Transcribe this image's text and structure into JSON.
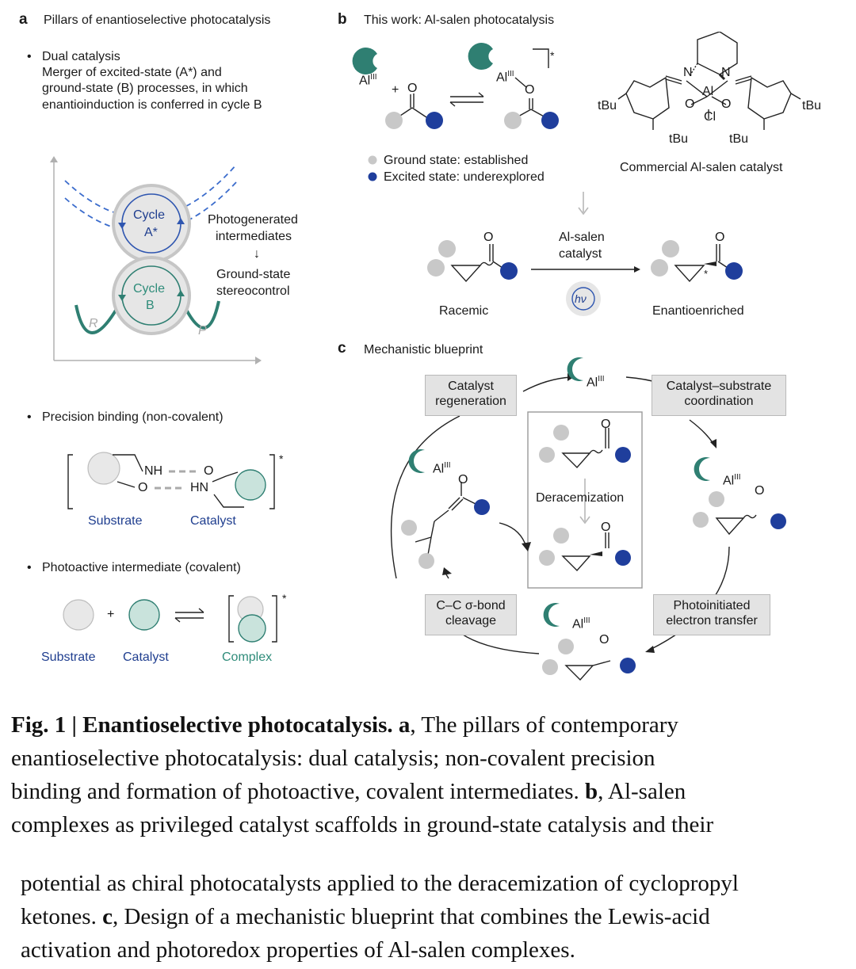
{
  "panel_a": {
    "label": "a",
    "title": "Pillars of enantioselective photocatalysis",
    "bullet1_title": "Dual catalysis",
    "bullet1_body": [
      "Merger of excited-state (A*) and",
      "ground-state (B) processes, in which",
      "enantioinduction is conferred in cycle B"
    ],
    "cycle_a": [
      "Cycle",
      "A*"
    ],
    "cycle_b": [
      "Cycle",
      "B"
    ],
    "r_label": "R",
    "p_label": "P",
    "photogenerated": [
      "Photogenerated",
      "intermediates"
    ],
    "arrow_down": "↓",
    "groundstate": [
      "Ground-state",
      "stereocontrol"
    ],
    "bullet2": "Precision binding (non-covalent)",
    "nh": "NH",
    "o_left": "O",
    "o_right": "O",
    "hn": "HN",
    "star": "*",
    "substrate": "Substrate",
    "catalyst": "Catalyst",
    "bullet3": "Photoactive intermediate (covalent)",
    "plus": "+",
    "complex": "Complex"
  },
  "panel_b": {
    "label": "b",
    "title": "This work: Al-salen photocatalysis",
    "al3": "Al",
    "al3_sup": "III",
    "plus": "+",
    "o": "O",
    "star": "*",
    "legend_ground": "Ground state: established",
    "legend_excited": "Excited state: underexplored",
    "salen_tbu": "tBu",
    "salen_n": "N",
    "salen_o": "O",
    "salen_al": "Al",
    "salen_cl": "Cl",
    "commercial": "Commercial Al-salen catalyst",
    "alsalen_catalyst": [
      "Al-salen",
      "catalyst"
    ],
    "hv": "hν",
    "racemic": "Racemic",
    "enantioenriched": "Enantioenriched"
  },
  "panel_c": {
    "label": "c",
    "title": "Mechanistic blueprint",
    "box_regen": [
      "Catalyst",
      "regeneration"
    ],
    "box_coord": [
      "Catalyst–substrate",
      "coordination"
    ],
    "box_cleavage": [
      "C–C σ-bond",
      "cleavage"
    ],
    "box_pet": [
      "Photoinitiated",
      "electron transfer"
    ],
    "deracemization": "Deracemization",
    "radical_cation": "+·"
  },
  "caption": {
    "lines": [
      [
        "Fig. 1 | Enantioselective photocatalysis. a",
        ", The pillars of contemporary"
      ],
      [
        "enantioselective photocatalysis: dual catalysis; non-covalent precision"
      ],
      [
        "binding and formation of photoactive, covalent intermediates. ",
        "b",
        ", Al-salen"
      ],
      [
        "complexes as privileged catalyst scaffolds in ground-state catalysis and their"
      ],
      [
        "potential as chiral photocatalysts applied to the deracemization of cyclopropyl"
      ],
      [
        "ketones. ",
        "c",
        ", Design of a mechanistic blueprint that combines the Lewis-acid"
      ],
      [
        "activation and photoredox properties of Al-salen complexes."
      ]
    ]
  },
  "colors": {
    "ground": "#c8c8c8",
    "excited": "#1f3e9c",
    "teal": "#2f7f72",
    "blue_cycle": "#2f56b0",
    "box_fill": "#e3e3e3"
  }
}
